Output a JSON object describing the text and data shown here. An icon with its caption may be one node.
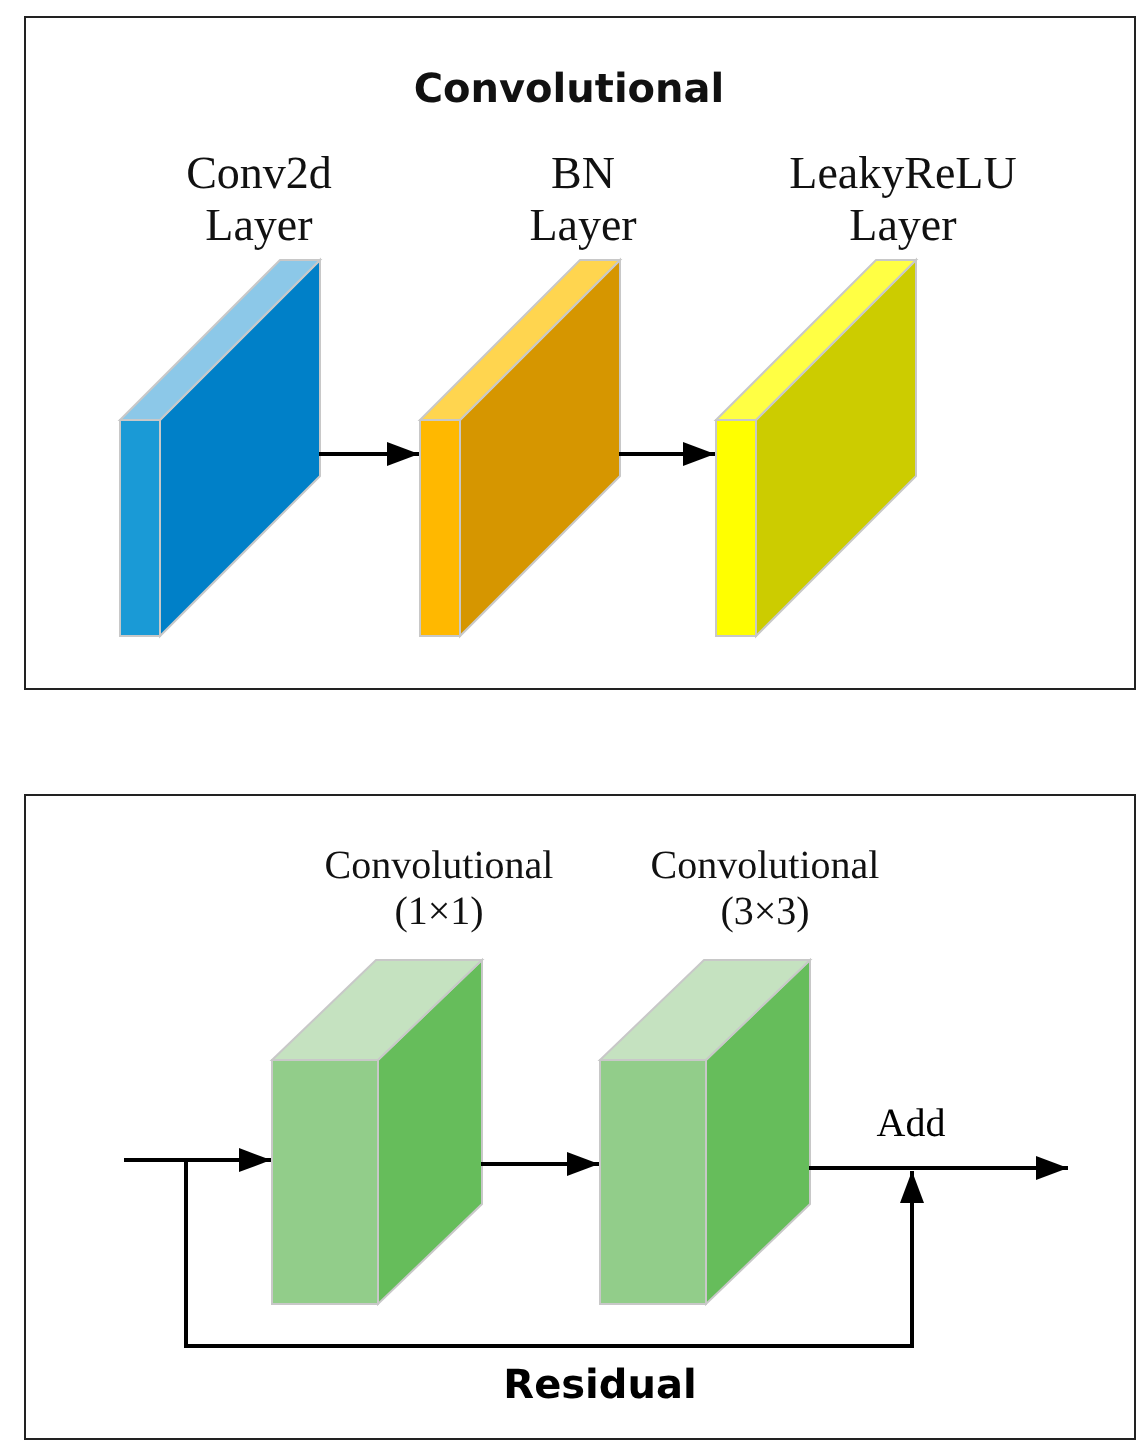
{
  "diagram": {
    "nodes": [
      {
        "text": [
          "Convolutional"
        ]
      },
      {
        "text": [
          "Conv2d Layer"
        ],
        "in": 0
      },
      {
        "text": [
          "BN Layer"
        ],
        "in": 0
      },
      {
        "text": [
          "LeakyReLU Layer"
        ],
        "in": 0
      },
      {
        "text": [],
        "shape": "box"
      },
      {
        "text": [
          "Convolutional (1×1)"
        ],
        "in": 4
      },
      {
        "text": [
          "Convolutional (3×3)"
        ],
        "in": 4
      },
      {
        "text": [
          "Add"
        ],
        "in": 4
      }
    ],
    "edges": [
      {
        "from": 1,
        "to": 2,
        "arrow": "to"
      },
      {
        "from": 2,
        "to": 3,
        "arrow": "to"
      },
      {
        "from": null,
        "to": 5,
        "arrow": "to"
      },
      {
        "from": 5,
        "to": 6,
        "arrow": "to"
      },
      {
        "from": 6,
        "to": null,
        "arrow": "to"
      },
      {
        "from": null,
        "to": 7,
        "arrow": "to",
        "label": "Residual"
      }
    ]
  }
}
